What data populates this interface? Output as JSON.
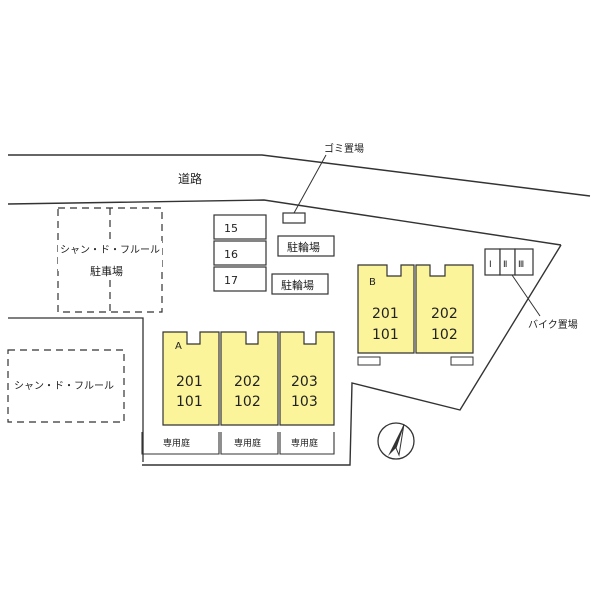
{
  "colors": {
    "building_fill": "#fbf49a",
    "outline": "#333333",
    "background": "#ffffff"
  },
  "labels": {
    "road": "道路",
    "garbage": "ゴミ置場",
    "bike_parking": "駐輪場",
    "moto_parking": "バイク置場",
    "parking_lot": "駐車場",
    "neighbor_top": "シャン・ド・フルール",
    "neighbor_left": "シャン・ド・フルール",
    "private_garden": "専用庭",
    "north_icon": "north-arrow-icon"
  },
  "parking_spaces": [
    "15",
    "16",
    "17"
  ],
  "bike_sheds": [
    "Ⅰ",
    "Ⅱ",
    "Ⅲ"
  ],
  "buildings": [
    {
      "name": "A",
      "units": [
        {
          "top": "201",
          "bottom": "101"
        },
        {
          "top": "202",
          "bottom": "102"
        },
        {
          "top": "203",
          "bottom": "103"
        }
      ]
    },
    {
      "name": "B",
      "units": [
        {
          "top": "201",
          "bottom": "101"
        },
        {
          "top": "202",
          "bottom": "102"
        }
      ]
    }
  ]
}
